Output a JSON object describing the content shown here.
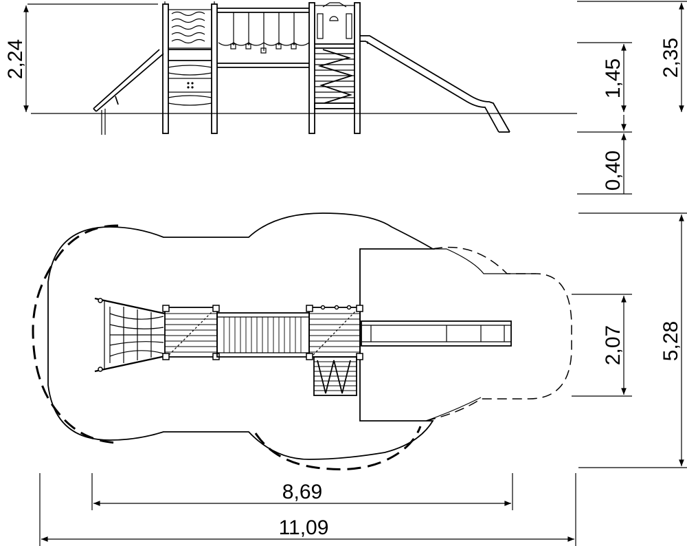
{
  "elevation_view": {
    "dim_total_height": "2,24",
    "dim_platform_height": "1,45",
    "dim_roof_height": "2,35",
    "dim_foundation_depth": "0,40"
  },
  "plan_view": {
    "dim_slide_width": "2,07",
    "dim_safety_zone_depth": "5,28",
    "dim_equipment_length": "8,69",
    "dim_safety_zone_length": "11,09"
  }
}
